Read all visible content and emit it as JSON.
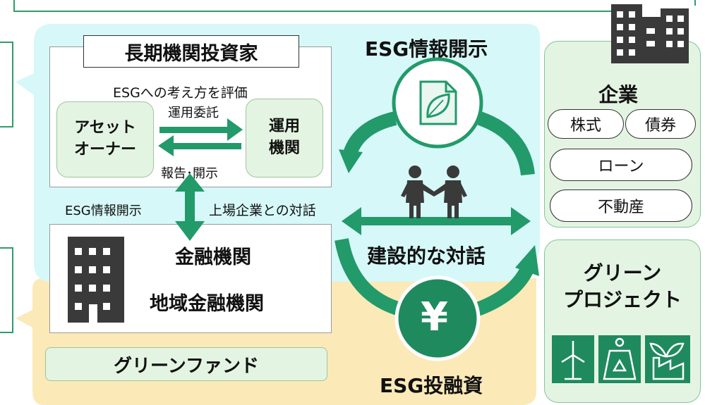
{
  "investors": {
    "title": "長期機関投資家",
    "evaluate_text": "ESGへの考え方を評価",
    "asset_owner": "アセット\nオーナー",
    "asset_manager": "運用\n機関",
    "entrust_label": "運用委託",
    "report_label": "報告･開示"
  },
  "flow_labels": {
    "esg_disclosure_left": "ESG情報開示",
    "dialogue_listed": "上場企業との対話"
  },
  "financial": {
    "title": "金融機関",
    "regional": "地域金融機関"
  },
  "green_fund": "グリーンファンド",
  "center": {
    "esg_disclosure": "ESG情報開示",
    "constructive_dialogue": "建設的な対話",
    "esg_investment": "ESG投融資",
    "yen_symbol": "¥"
  },
  "companies": {
    "title": "企業",
    "stock": "株式",
    "bond": "債券",
    "loan": "ローン",
    "real_estate": "不動産"
  },
  "green_project": {
    "title": "グリーン\nプロジェクト"
  },
  "colors": {
    "green_dark": "#1f8a5e",
    "green_arrow": "#229a6a",
    "cyan_bg": "#d6f8f8",
    "yellow_bg": "#fbe9b8",
    "pale_green": "#e4f4e2",
    "icon_gray": "#3a3a3a"
  }
}
